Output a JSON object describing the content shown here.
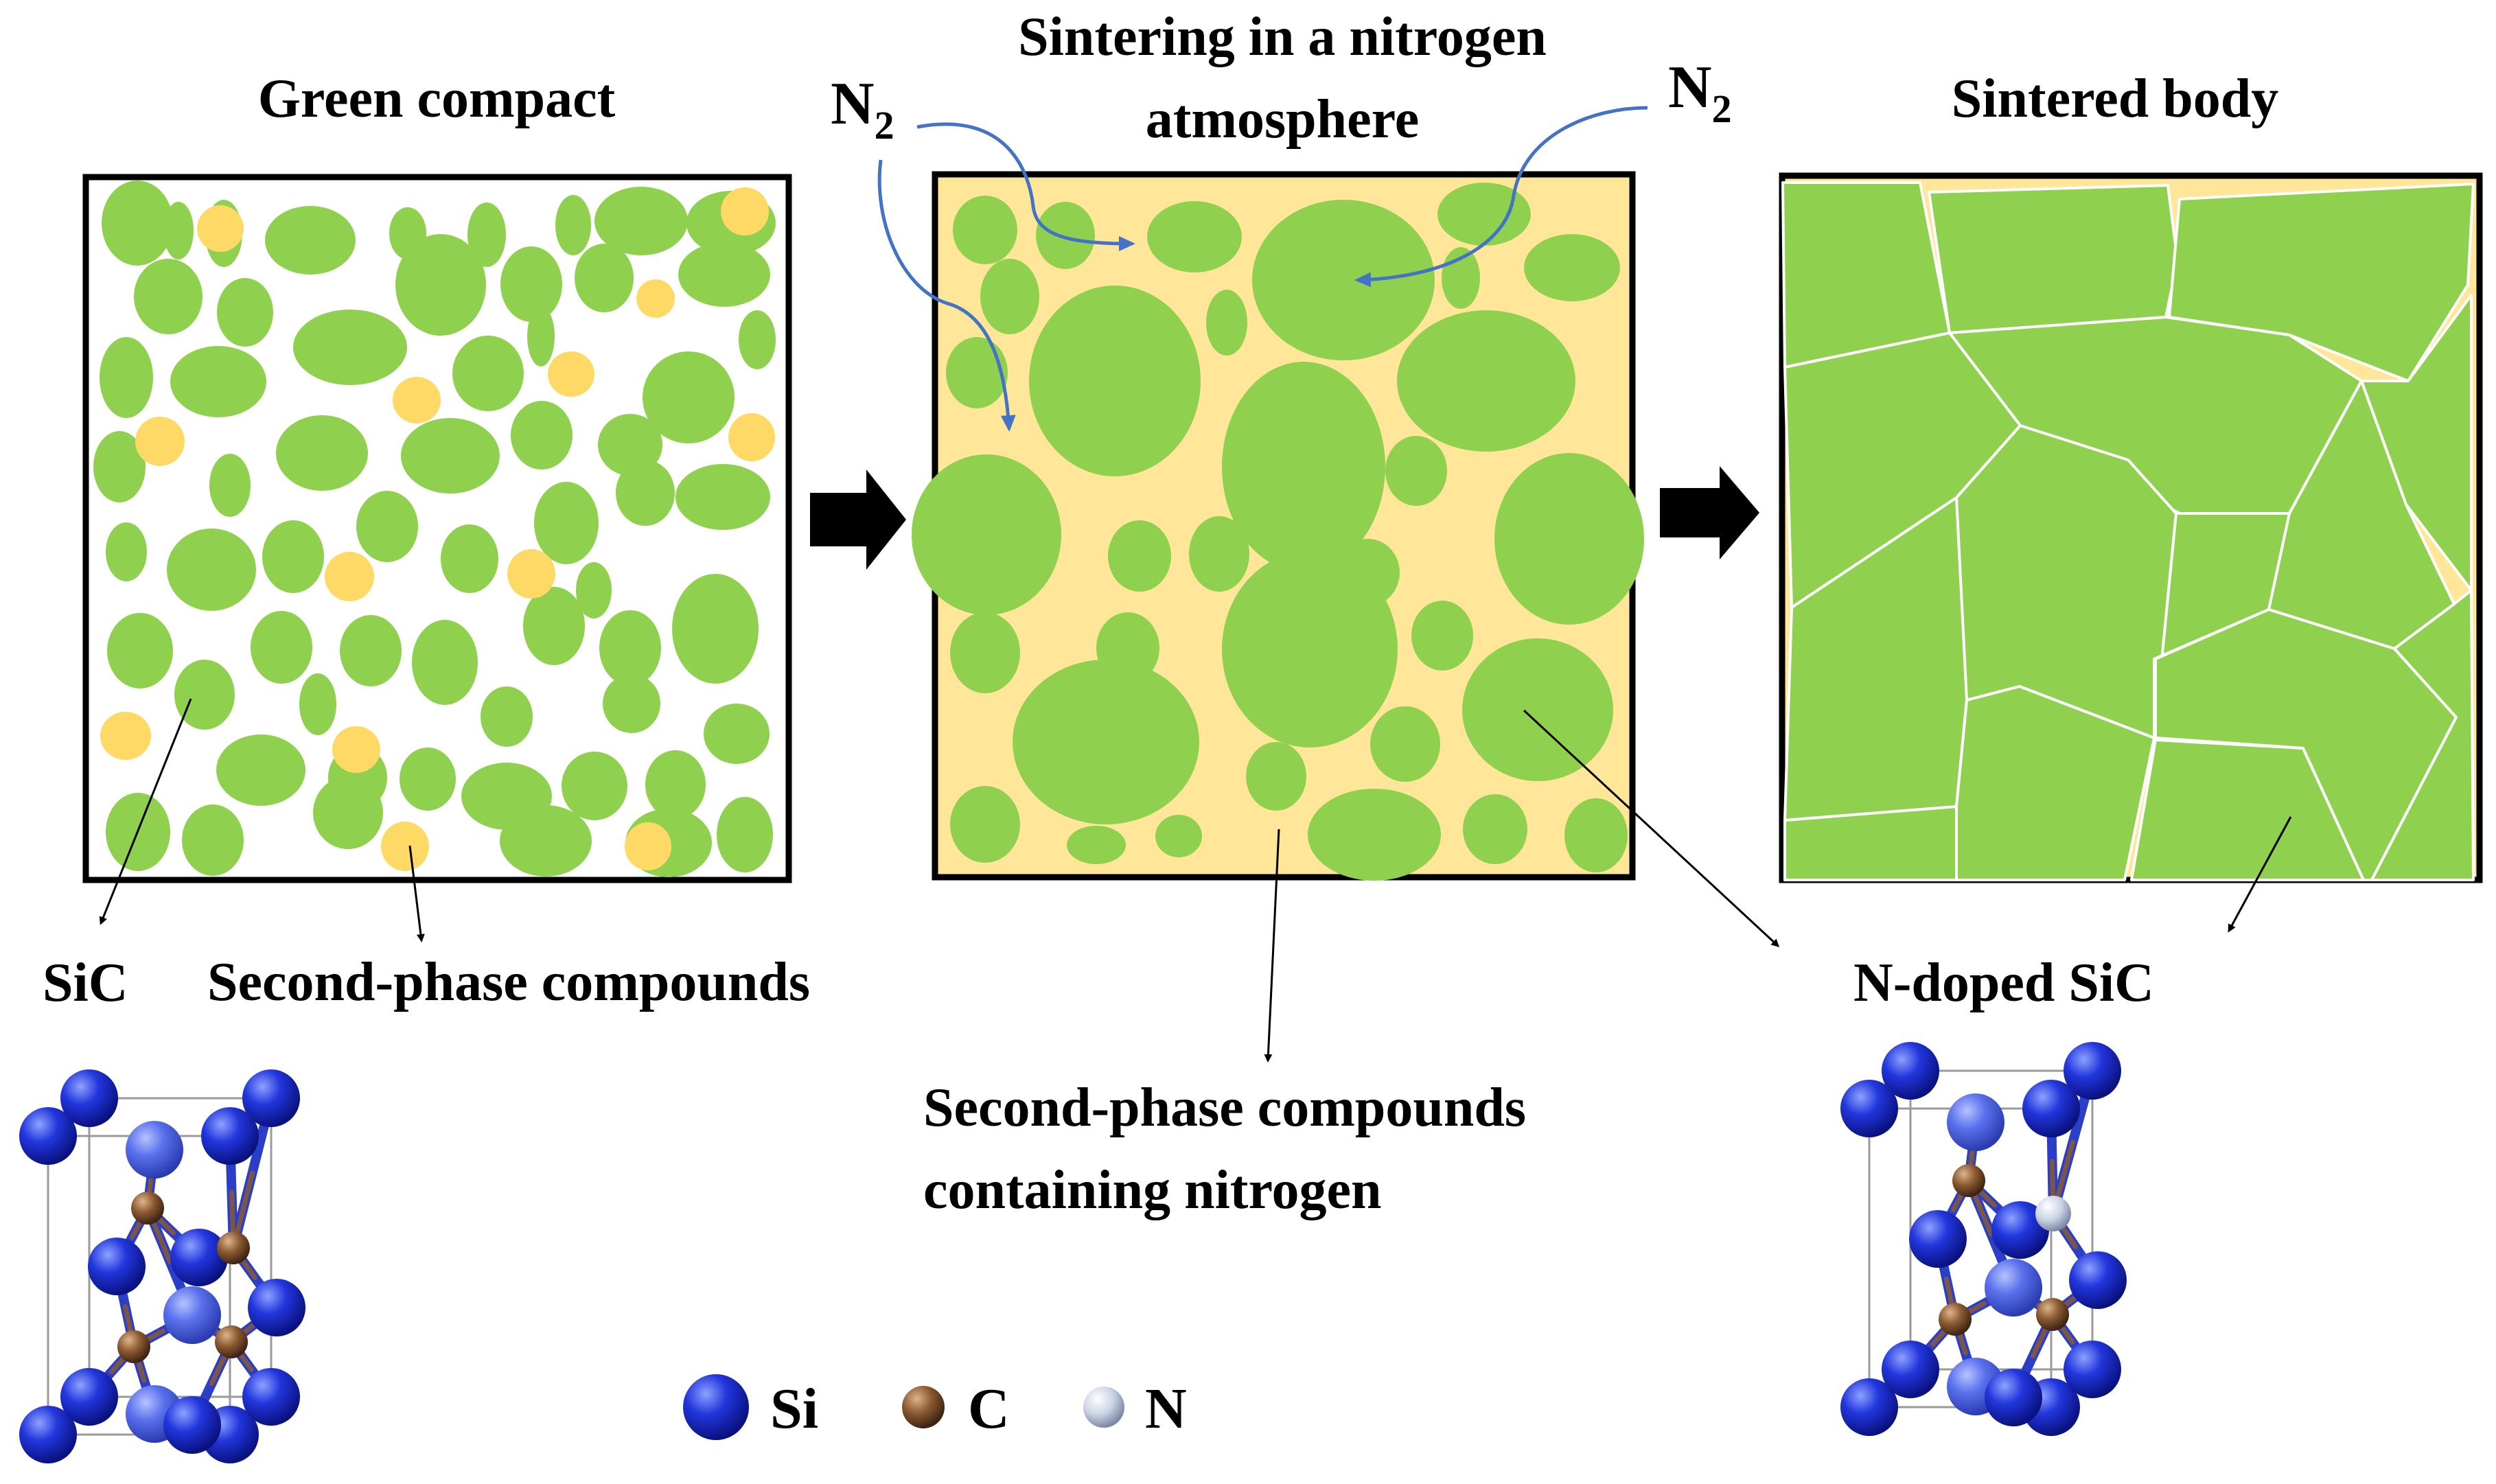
{
  "titles": {
    "green_compact": "Green compact",
    "sintering_line1": "Sintering in a nitrogen",
    "sintering_line2": "atmosphere",
    "sintered_body": "Sintered body"
  },
  "gas": {
    "left_base": "N",
    "left_sub": "2",
    "right_base": "N",
    "right_sub": "2"
  },
  "callouts": {
    "sic": "SiC",
    "second_phase": "Second-phase compounds",
    "second_phase_n_line1": "Second-phase compounds",
    "second_phase_n_line2": "containing nitrogen",
    "n_doped_sic": "N-doped SiC"
  },
  "legend": [
    {
      "label": "Si",
      "color": "#1a2ad8"
    },
    {
      "label": "C",
      "color": "#8a5a32"
    },
    {
      "label": "N",
      "color": "#c9d4e6"
    }
  ],
  "colors": {
    "grain": "#8fd14f",
    "second_phase": "#ffd966",
    "second_phase_bg": "#ffe699",
    "gas_arrow": "#4472c4",
    "panel_border": "#000000"
  }
}
